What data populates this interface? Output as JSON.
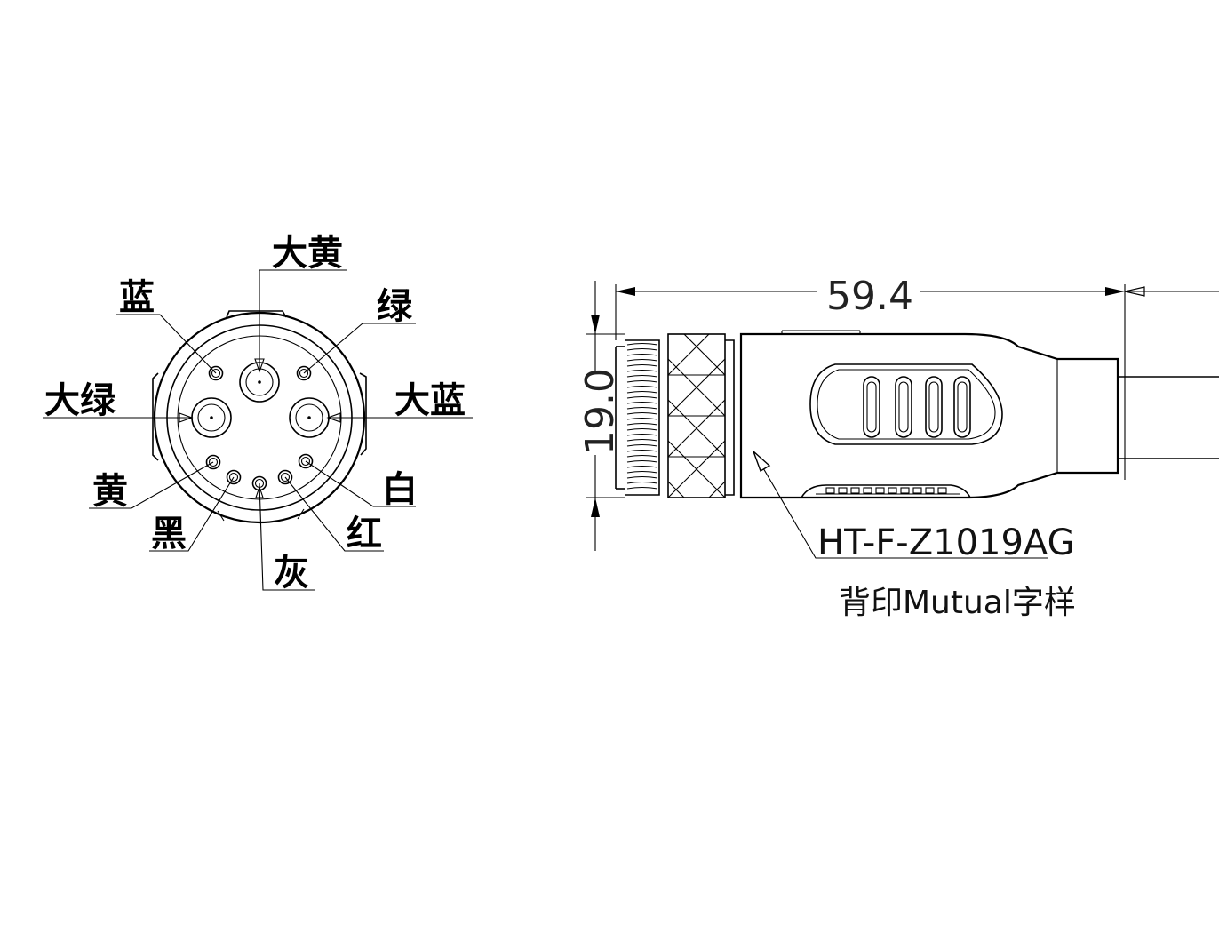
{
  "pin_labels": {
    "big_yellow": "大黄",
    "blue": "蓝",
    "green": "绿",
    "big_green": "大绿",
    "big_blue": "大蓝",
    "yellow": "黄",
    "white": "白",
    "black": "黑",
    "red": "红",
    "gray": "灰"
  },
  "dimensions": {
    "length": "59.4",
    "diameter": "19.0"
  },
  "part_number": "HT-F-Z1019AG",
  "print_note": "背印Mutual字样"
}
